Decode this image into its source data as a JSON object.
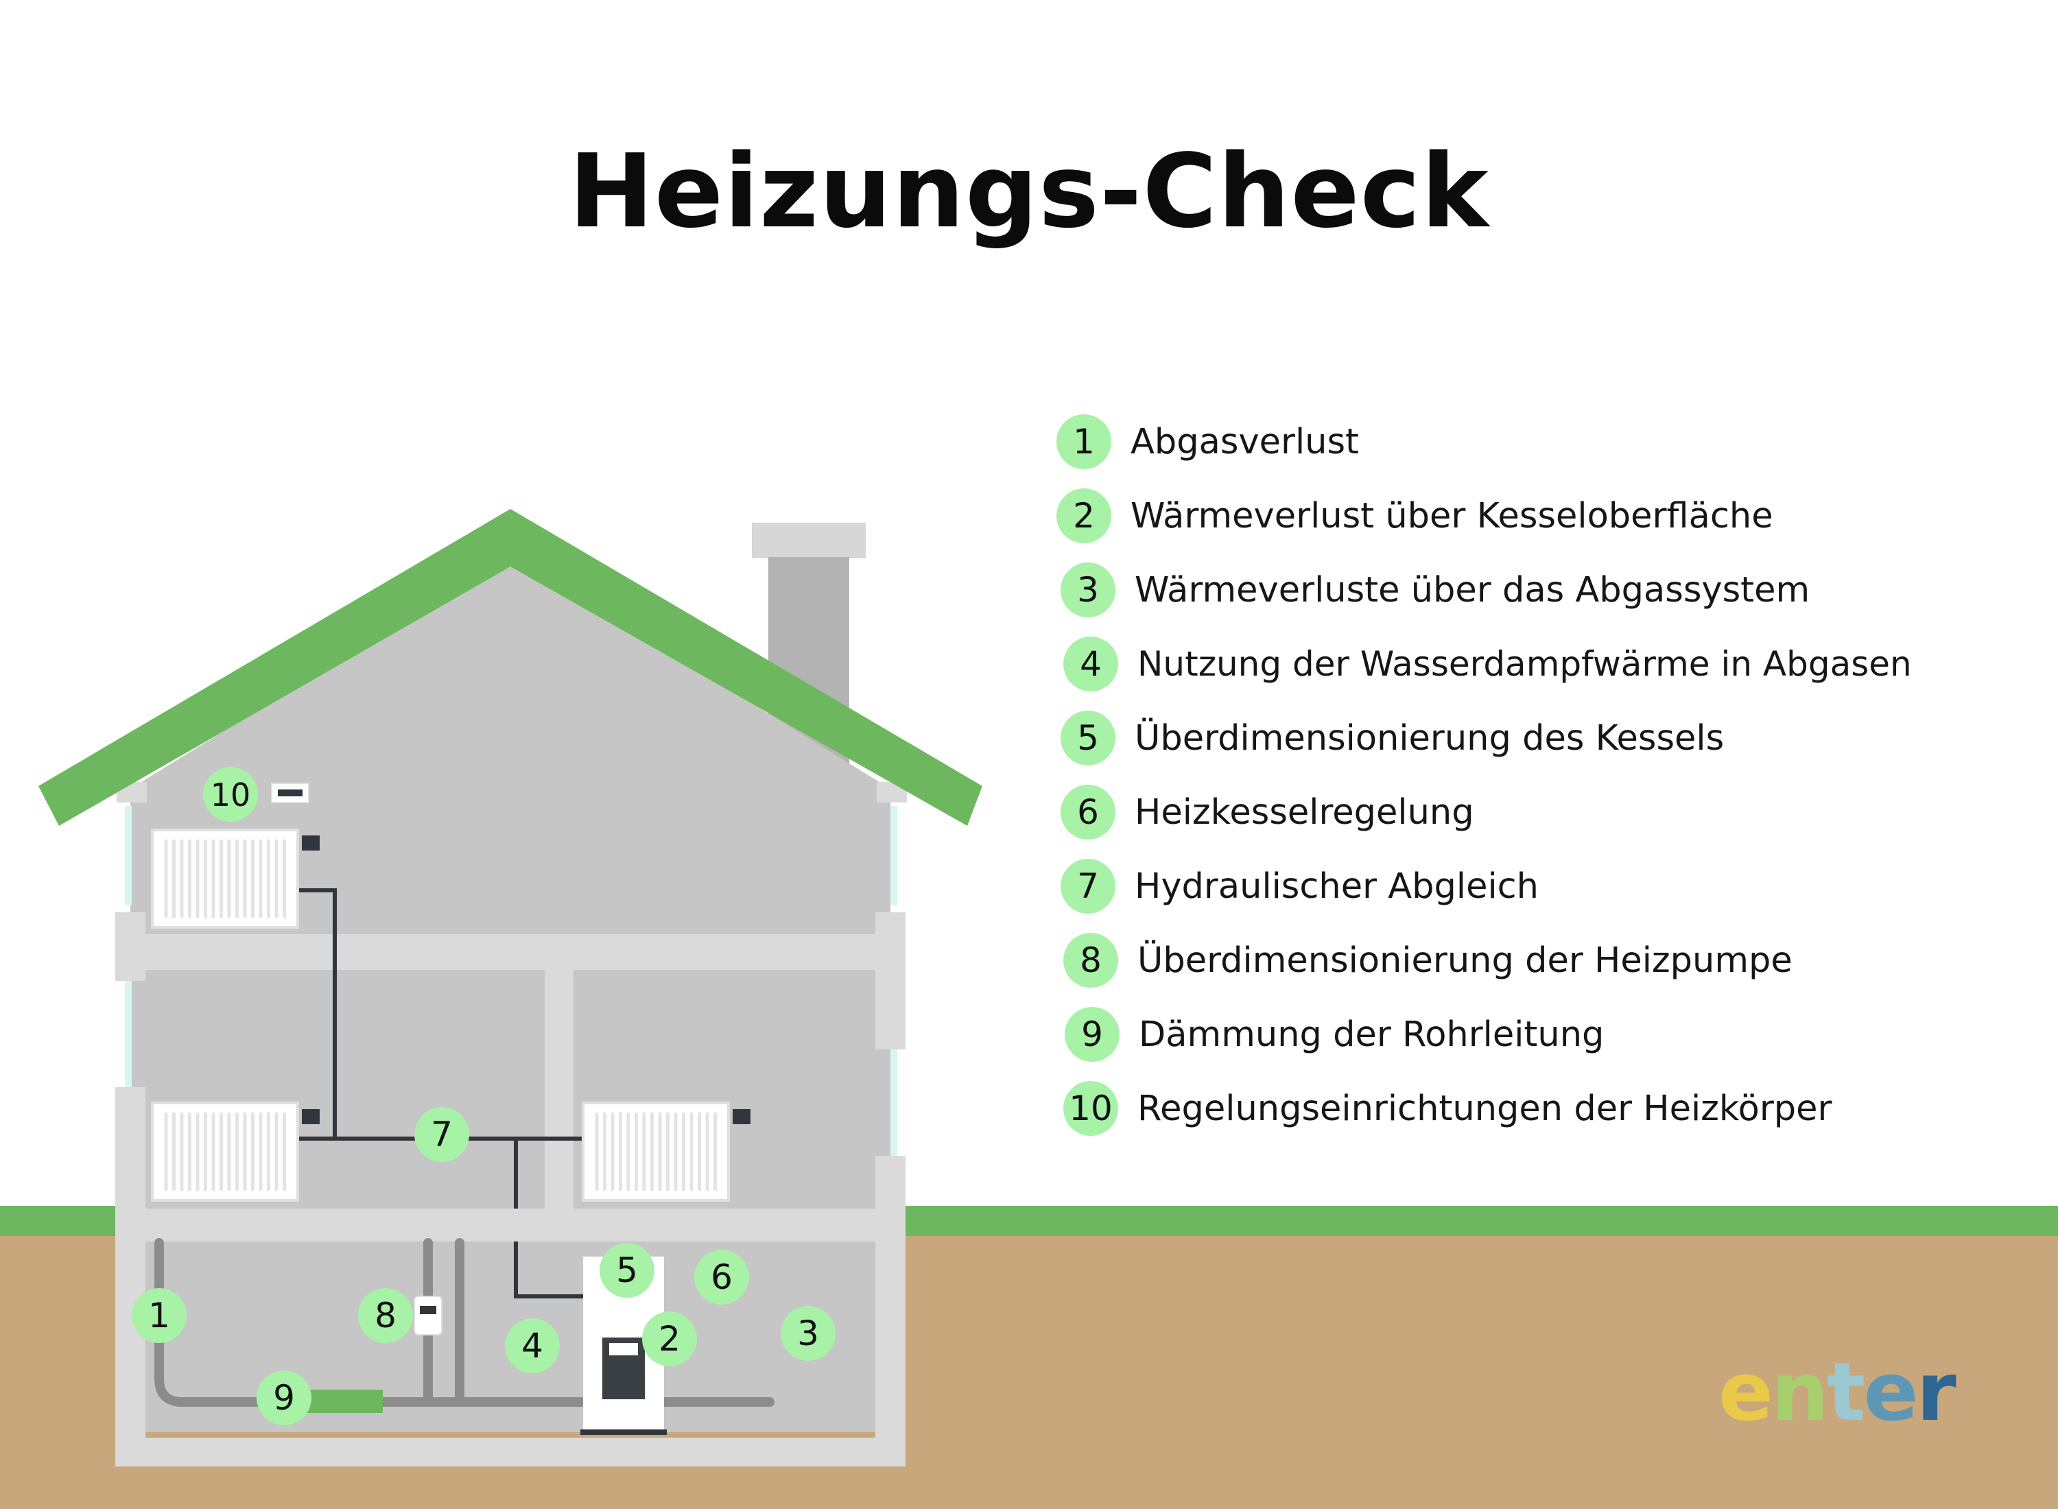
{
  "title": "Heizungs-Check",
  "legend": [
    {
      "number": "1",
      "label": "Abgasverlust"
    },
    {
      "number": "2",
      "label": "Wärmeverlust über Kesseloberfläche"
    },
    {
      "number": "3",
      "label": "Wärmeverluste über das Abgassystem"
    },
    {
      "number": "4",
      "label": "Nutzung der Wasserdampfwärme in Abgasen"
    },
    {
      "number": "5",
      "label": "Überdimensionierung des Kessels"
    },
    {
      "number": "6",
      "label": "Heizkesselregelung"
    },
    {
      "number": "7",
      "label": "Hydraulischer Abgleich"
    },
    {
      "number": "8",
      "label": "Überdimensionierung der Heizpumpe"
    },
    {
      "number": "9",
      "label": "Dämmung der Rohrleitung"
    },
    {
      "number": "10",
      "label": "Regelungseinrichtungen der Heizkörper"
    }
  ],
  "markers": {
    "m1": "1",
    "m2": "2",
    "m3": "3",
    "m4": "4",
    "m5": "5",
    "m6": "6",
    "m7": "7",
    "m8": "8",
    "m9": "9",
    "m10": "10"
  },
  "logo": {
    "letters": [
      "e",
      "n",
      "t",
      "e",
      "r"
    ],
    "colors": [
      "#e9c84a",
      "#a7cf6e",
      "#9ac9d2",
      "#5e97b6",
      "#2e6693"
    ]
  },
  "colors": {
    "roof": "#6db85e",
    "ground": "#c8a77c",
    "grass": "#6db85e",
    "house_wall": "#c6c6c6",
    "marker": "#a7f2a6"
  }
}
